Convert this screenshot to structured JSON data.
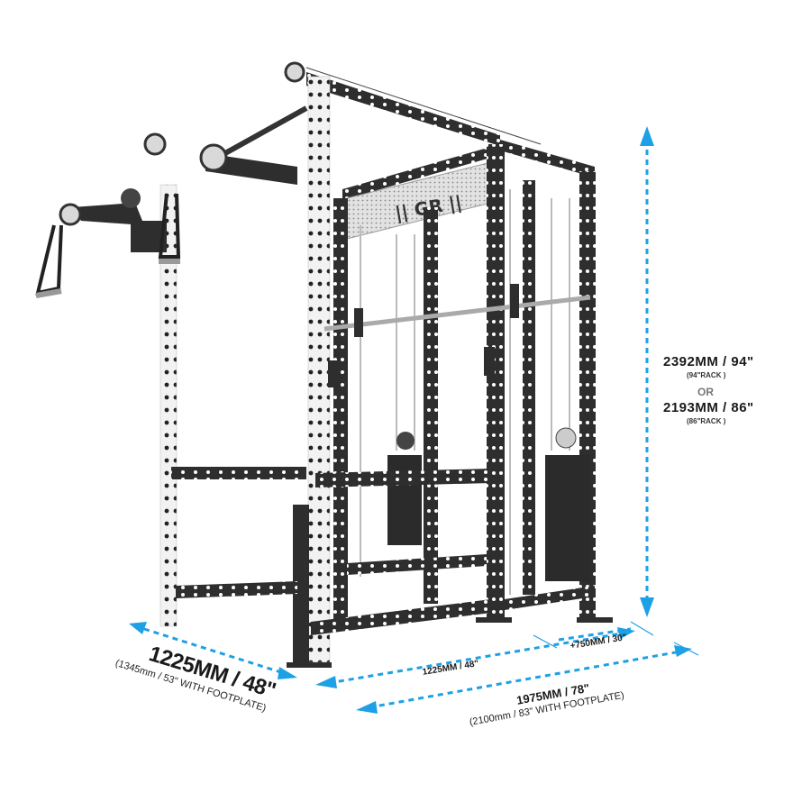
{
  "product": {
    "logo_text": "GR",
    "colors": {
      "frame": "#2e2e2e",
      "upright_white": "#f2f2f2",
      "plate_silver": "#d9d9d9",
      "dimension_blue": "#1ea0e6",
      "text": "#1a1a1a"
    }
  },
  "dimensions": {
    "height": {
      "primary": "2392MM / 94\"",
      "primary_note": "(94\"RACK )",
      "or": "OR",
      "secondary": "2193MM / 86\"",
      "secondary_note": "(86\"RACK )"
    },
    "depth": {
      "main": "1225MM / 48\"",
      "note": "(1345mm / 53\" WITH FOOTPLATE)"
    },
    "width_base": {
      "main": "1225MM / 48\""
    },
    "width_extension": {
      "main": "+750MM / 30\""
    },
    "width_total": {
      "main": "1975MM / 78\"",
      "note": "(2100mm / 83\" WITH FOOTPLATE)"
    }
  }
}
